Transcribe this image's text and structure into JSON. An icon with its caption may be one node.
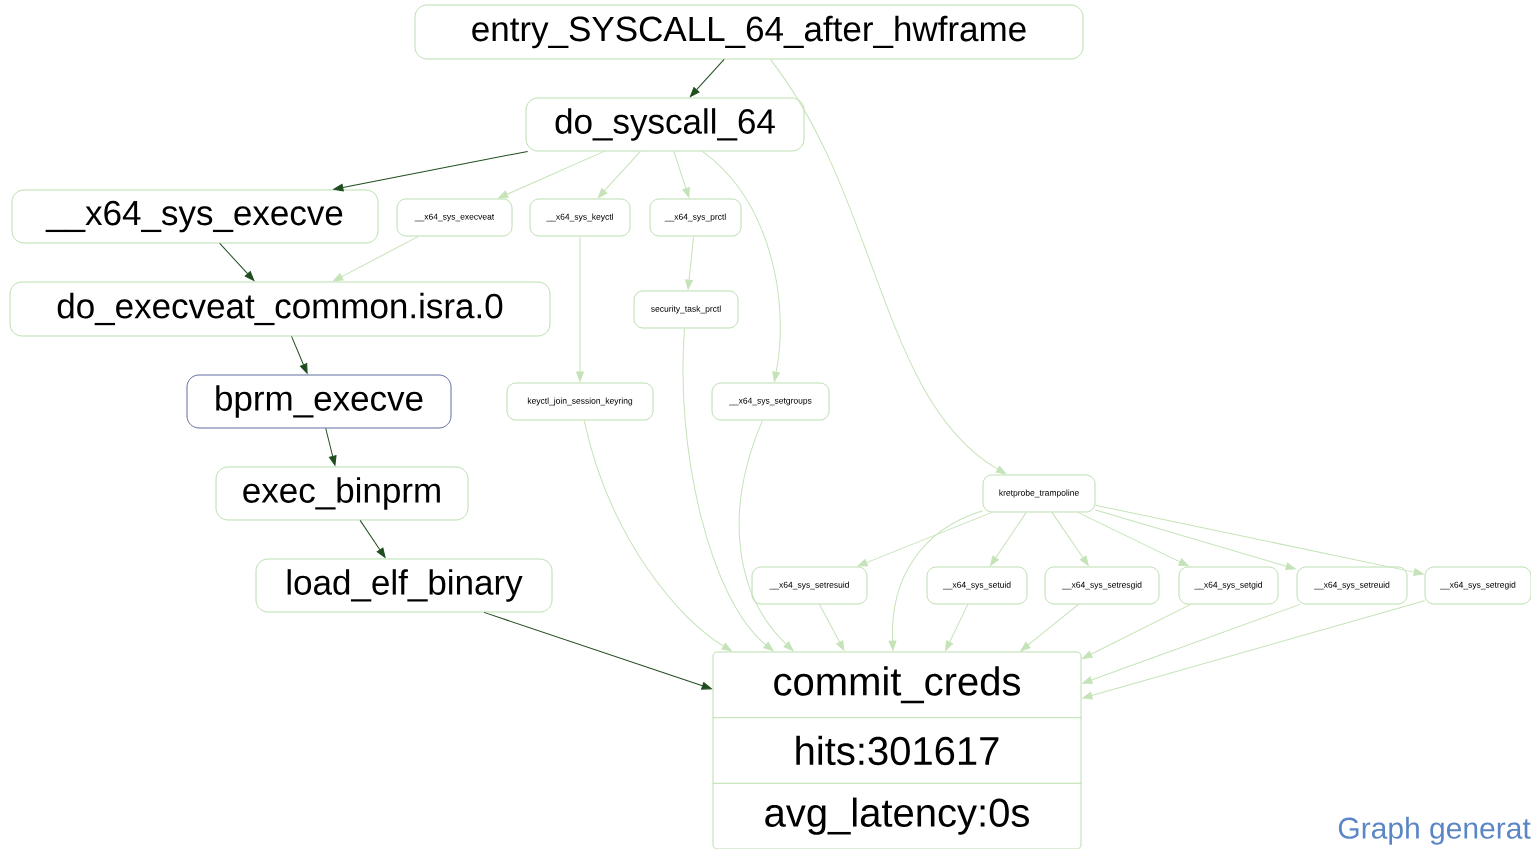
{
  "diagram": {
    "nodes": [
      {
        "text": [
          "entry_SYSCALL_64_after_hwframe"
        ]
      },
      {
        "text": [
          "do_syscall_64"
        ]
      },
      {
        "text": [
          "__x64_sys_execve"
        ]
      },
      {
        "text": [
          "__x64_sys_execveat"
        ]
      },
      {
        "text": [
          "__x64_sys_keyctl"
        ]
      },
      {
        "text": [
          "__x64_sys_prctl"
        ]
      },
      {
        "text": [
          "do_execveat_common.isra.0"
        ]
      },
      {
        "text": [
          "security_task_prctl"
        ]
      },
      {
        "text": [
          "bprm_execve"
        ]
      },
      {
        "text": [
          "keyctl_join_session_keyring"
        ]
      },
      {
        "text": [
          "__x64_sys_setgroups"
        ]
      },
      {
        "text": [
          "exec_binprm"
        ]
      },
      {
        "text": [
          "kretprobe_trampoline"
        ]
      },
      {
        "text": [
          "load_elf_binary"
        ]
      },
      {
        "text": [
          "__x64_sys_setresuid"
        ]
      },
      {
        "text": [
          "__x64_sys_setuid"
        ]
      },
      {
        "text": [
          "__x64_sys_setresgid"
        ]
      },
      {
        "text": [
          "__x64_sys_setgid"
        ]
      },
      {
        "text": [
          "__x64_sys_setreuid"
        ]
      },
      {
        "text": [
          "__x64_sys_setregid"
        ]
      },
      {
        "text": [
          "commit_creds",
          "hits:301617",
          "avg_latency:0s"
        ]
      }
    ],
    "edges": [
      {
        "from": 0,
        "to": 1,
        "arrow": "to",
        "color": "#1f4d1f"
      },
      {
        "from": 0,
        "to": 12,
        "arrow": "to"
      },
      {
        "from": 1,
        "to": 2,
        "arrow": "to",
        "color": "#1f4d1f"
      },
      {
        "from": 1,
        "to": 3,
        "arrow": "to"
      },
      {
        "from": 1,
        "to": 4,
        "arrow": "to"
      },
      {
        "from": 1,
        "to": 5,
        "arrow": "to"
      },
      {
        "from": 1,
        "to": 10,
        "arrow": "to"
      },
      {
        "from": 2,
        "to": 6,
        "arrow": "to",
        "color": "#1f4d1f"
      },
      {
        "from": 3,
        "to": 6,
        "arrow": "to"
      },
      {
        "from": 4,
        "to": 9,
        "arrow": "to"
      },
      {
        "from": 5,
        "to": 7,
        "arrow": "to"
      },
      {
        "from": 6,
        "to": 8,
        "arrow": "to",
        "color": "#1f4d1f"
      },
      {
        "from": 8,
        "to": 11,
        "arrow": "to",
        "color": "#1f4d1f"
      },
      {
        "from": 11,
        "to": 13,
        "arrow": "to",
        "color": "#1f4d1f"
      },
      {
        "from": 13,
        "to": 20,
        "arrow": "to",
        "color": "#1f4d1f"
      },
      {
        "from": 9,
        "to": 20,
        "arrow": "to"
      },
      {
        "from": 7,
        "to": 20,
        "arrow": "to"
      },
      {
        "from": 10,
        "to": 20,
        "arrow": "to"
      },
      {
        "from": 12,
        "to": 14,
        "arrow": "to"
      },
      {
        "from": 12,
        "to": 15,
        "arrow": "to"
      },
      {
        "from": 12,
        "to": 16,
        "arrow": "to"
      },
      {
        "from": 12,
        "to": 17,
        "arrow": "to"
      },
      {
        "from": 12,
        "to": 18,
        "arrow": "to"
      },
      {
        "from": 12,
        "to": 19,
        "arrow": "to"
      },
      {
        "from": 12,
        "to": 20,
        "arrow": "to"
      },
      {
        "from": 14,
        "to": 20,
        "arrow": "to"
      },
      {
        "from": 15,
        "to": 20,
        "arrow": "to"
      },
      {
        "from": 16,
        "to": 20,
        "arrow": "to"
      },
      {
        "from": 17,
        "to": 20,
        "arrow": "to"
      },
      {
        "from": 18,
        "to": 20,
        "arrow": "to"
      },
      {
        "from": 19,
        "to": 20,
        "arrow": "to"
      }
    ],
    "labels": [
      "Graph generat"
    ]
  }
}
